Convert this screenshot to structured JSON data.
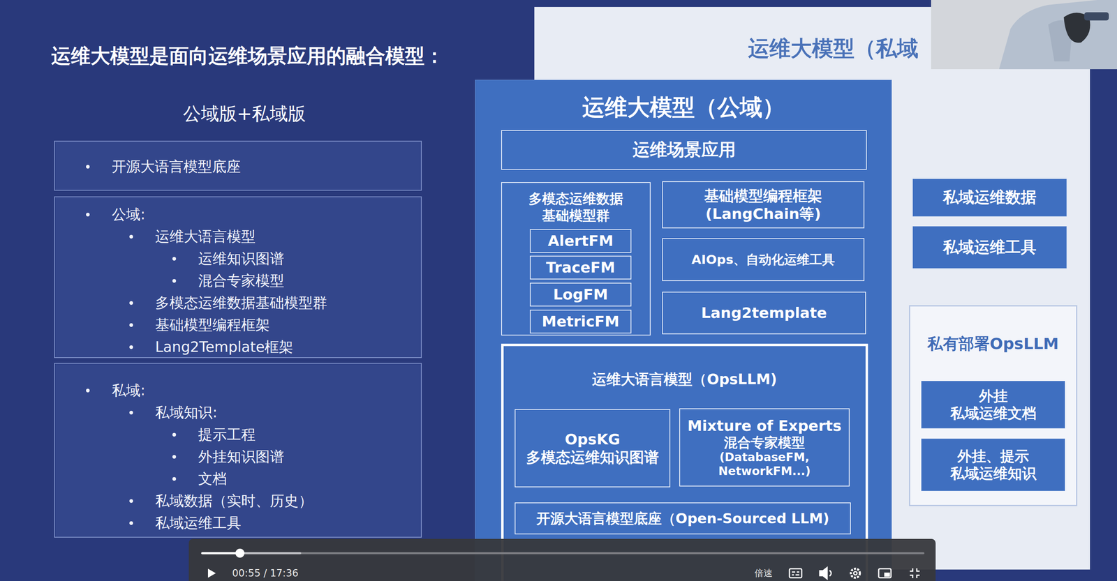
{
  "diagram": {
    "title": "运维大模型是面向运维场景应用的融合模型：",
    "nodes": [
      {
        "text": [
          "开源大语言模型底座"
        ]
      },
      {
        "text": [
          "公域:",
          "运维大语言模型",
          "运维知识图谱",
          "混合专家模型",
          "多模态运维数据基础模型群",
          "基础模型编程框架",
          "Lang2Template框架"
        ]
      },
      {
        "text": [
          "私域:",
          "私域知识:",
          "提示工程",
          "外挂知识图谱",
          "文档",
          "私域数据（实时、历史）",
          "私域运维工具"
        ]
      },
      {
        "text": [
          "运维大模型（私域"
        ]
      },
      {
        "text": [
          "运维大模型（公域）"
        ]
      },
      {
        "text": [
          "运维场景应用"
        ],
        "in": 4
      },
      {
        "text": [
          "多模态运维数据",
          "基础模型群"
        ],
        "in": 4
      },
      {
        "text": [
          "AlertFM"
        ],
        "in": 6
      },
      {
        "text": [
          "TraceFM"
        ],
        "in": 6
      },
      {
        "text": [
          "LogFM"
        ],
        "in": 6
      },
      {
        "text": [
          "MetricFM"
        ],
        "in": 6
      },
      {
        "text": [
          "基础模型编程框架",
          "(LangChain等)"
        ],
        "in": 4
      },
      {
        "text": [
          "AIOps、自动化运维工具"
        ],
        "in": 4
      },
      {
        "text": [
          "Lang2template"
        ],
        "in": 4
      },
      {
        "text": [
          "运维大语言模型（OpsLLM)"
        ],
        "in": 4
      },
      {
        "text": [
          "OpsKG",
          "多模态运维知识图谱"
        ],
        "in": 14
      },
      {
        "text": [
          "Mixture of Experts",
          "混合专家模型",
          "(DatabaseFM, NetworkFM...)"
        ],
        "in": 14
      },
      {
        "text": [
          "开源大语言模型底座（Open-Sourced LLM)"
        ],
        "in": 14
      },
      {
        "text": [
          "私域运维数据"
        ],
        "in": 3
      },
      {
        "text": [
          "私域运维工具"
        ],
        "in": 3
      },
      {
        "text": [
          "私有部署OpsLLM"
        ],
        "in": 3
      },
      {
        "text": [
          "外挂",
          "私域运维文档"
        ],
        "in": 20
      },
      {
        "text": [
          "外挂、提示",
          "私域运维知识"
        ],
        "in": 20
      }
    ],
    "labels": [
      "公域版+私域版",
      "00:55 / 17:36",
      "倍速"
    ]
  }
}
